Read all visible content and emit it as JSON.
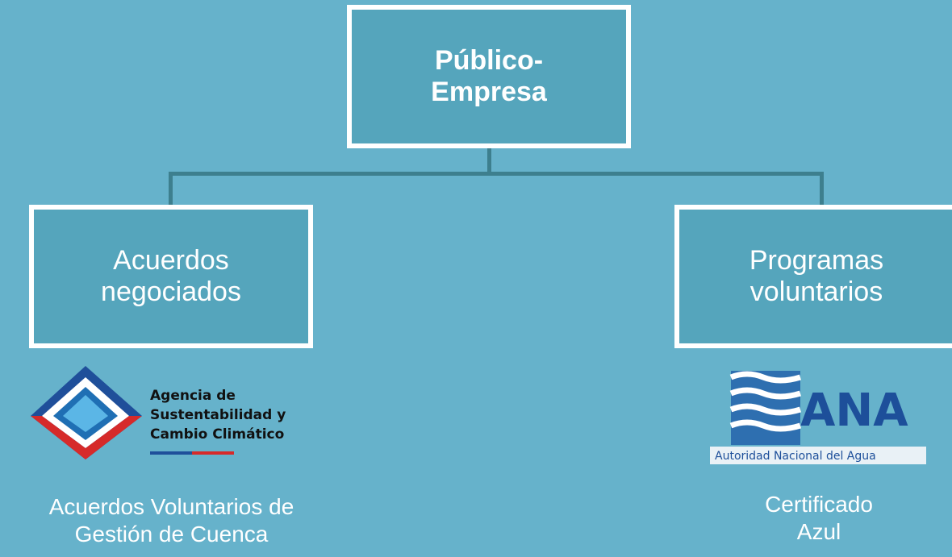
{
  "diagram": {
    "root": {
      "label": "Público-\nEmpresa"
    },
    "children": [
      {
        "label": "Acuerdos\nnegociados",
        "logo": {
          "name": "agencia-logo",
          "text": [
            "Agencia de",
            "Sustentabilidad y",
            "Cambio Climático"
          ]
        },
        "caption": "Acuerdos Voluntarios de\nGestión de Cuenca"
      },
      {
        "label": "Programas\nvoluntarios",
        "logo": {
          "name": "ana-logo",
          "text": [
            "ANA",
            "Autoridad Nacional del Agua"
          ]
        },
        "caption": "Certificado\nAzul"
      }
    ]
  },
  "colors": {
    "background": "#66b2cb",
    "box_fill": "#55a5bc",
    "box_border": "#ffffff",
    "connector": "#3d7f8e",
    "text": "#ffffff"
  }
}
